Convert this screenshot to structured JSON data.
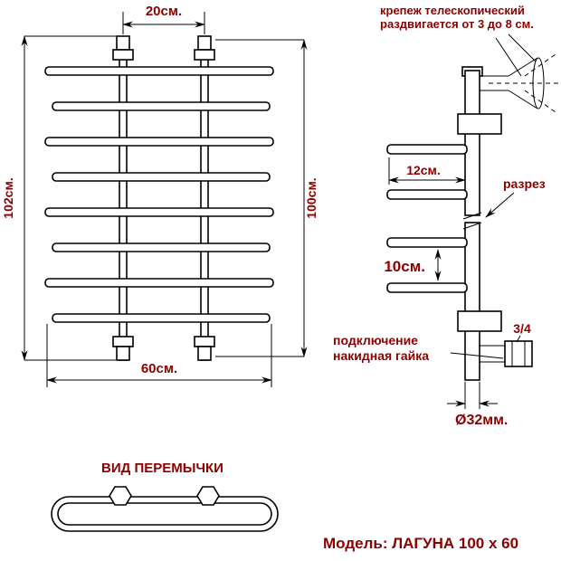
{
  "colors": {
    "accent": "#8B0000",
    "line": "#000000"
  },
  "front_view": {
    "dim_top": "20см.",
    "dim_left": "102см.",
    "dim_right": "100см.",
    "dim_bottom": "60см."
  },
  "side_view": {
    "mount_note_line1": "крепеж телескопический",
    "mount_note_line2": "раздвигается от 3 до 8 см.",
    "dim_bar_length": "12см.",
    "section_label": "разрез",
    "dim_bar_gap": "10см.",
    "connection_line1": "подключение",
    "connection_line2": "накидная гайка",
    "thread_size": "3/4",
    "pipe_diameter": "Ø32мм."
  },
  "crossbar_view": {
    "title": "ВИД ПЕРЕМЫЧКИ"
  },
  "footer": {
    "model": "Модель: ЛАГУНА 100 х 60"
  }
}
